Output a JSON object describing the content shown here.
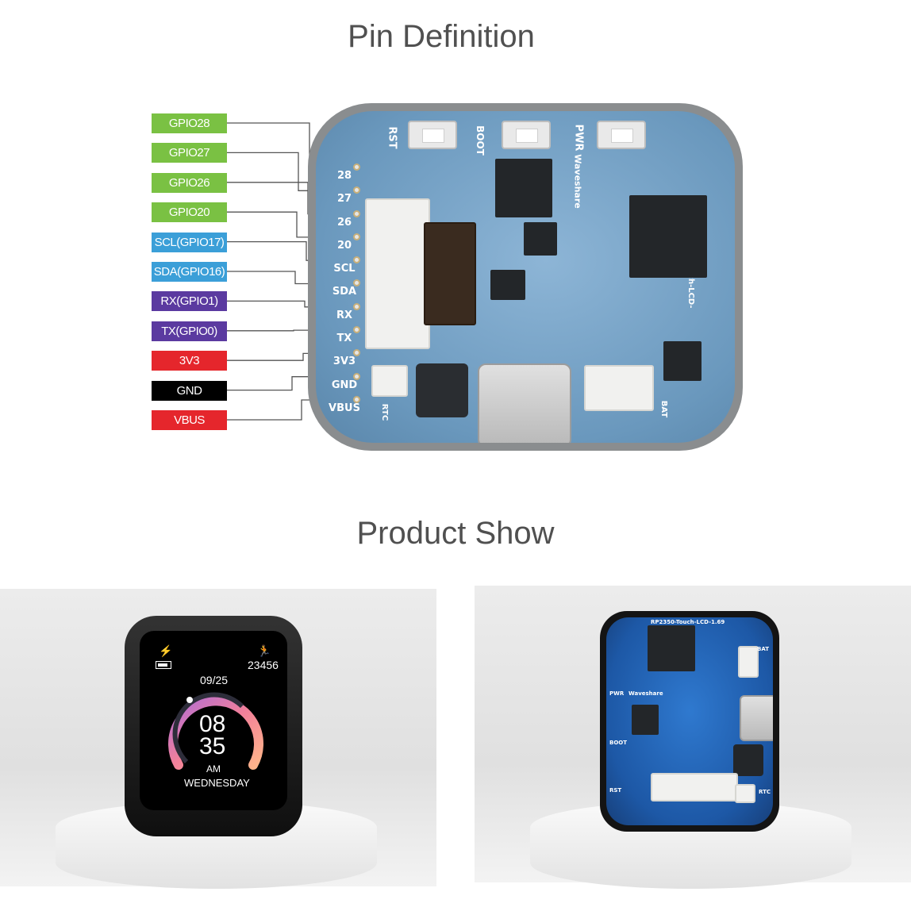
{
  "headings": {
    "pin_definition": "Pin Definition",
    "product_show": "Product Show"
  },
  "pin_labels": [
    {
      "label": "GPIO28",
      "color": "#7ac143"
    },
    {
      "label": "GPIO27",
      "color": "#7ac143"
    },
    {
      "label": "GPIO26",
      "color": "#7ac143"
    },
    {
      "label": "GPIO20",
      "color": "#7ac143"
    },
    {
      "label": "SCL(GPIO17)",
      "color": "#3b9fd8"
    },
    {
      "label": "SDA(GPIO16)",
      "color": "#3b9fd8"
    },
    {
      "label": "RX(GPIO1)",
      "color": "#5b3aa0"
    },
    {
      "label": "TX(GPIO0)",
      "color": "#5b3aa0"
    },
    {
      "label": "3V3",
      "color": "#e5262c"
    },
    {
      "label": "GND",
      "color": "#000000"
    },
    {
      "label": "VBUS",
      "color": "#e5262c"
    }
  ],
  "board": {
    "pads": [
      "28",
      "27",
      "26",
      "20",
      "SCL",
      "SDA",
      "RX",
      "TX",
      "3V3",
      "GND",
      "VBUS"
    ],
    "silk_rst": "RST",
    "silk_boot": "BOOT",
    "silk_pwr": "PWR",
    "silk_brand": "Waveshare",
    "silk_model": "RP2350-Touch-LCD-1.69",
    "silk_rtc": "RTC",
    "silk_bat": "BAT"
  },
  "watch_screen": {
    "steps": "23456",
    "date": "09/25",
    "hour": "08",
    "minute": "35",
    "ampm": "AM",
    "weekday": "WEDNESDAY"
  },
  "board_back": {
    "model": "RP2350-Touch-LCD-1.69",
    "pwr": "PWR",
    "brand": "Waveshare",
    "boot": "BOOT",
    "rst": "RST",
    "bat": "BAT",
    "rtc": "RTC"
  },
  "colors": {
    "green": "#7ac143",
    "blue": "#3b9fd8",
    "purple": "#5b3aa0",
    "red": "#e5262c",
    "black": "#000000",
    "board_blue": "#6f9cc0"
  }
}
